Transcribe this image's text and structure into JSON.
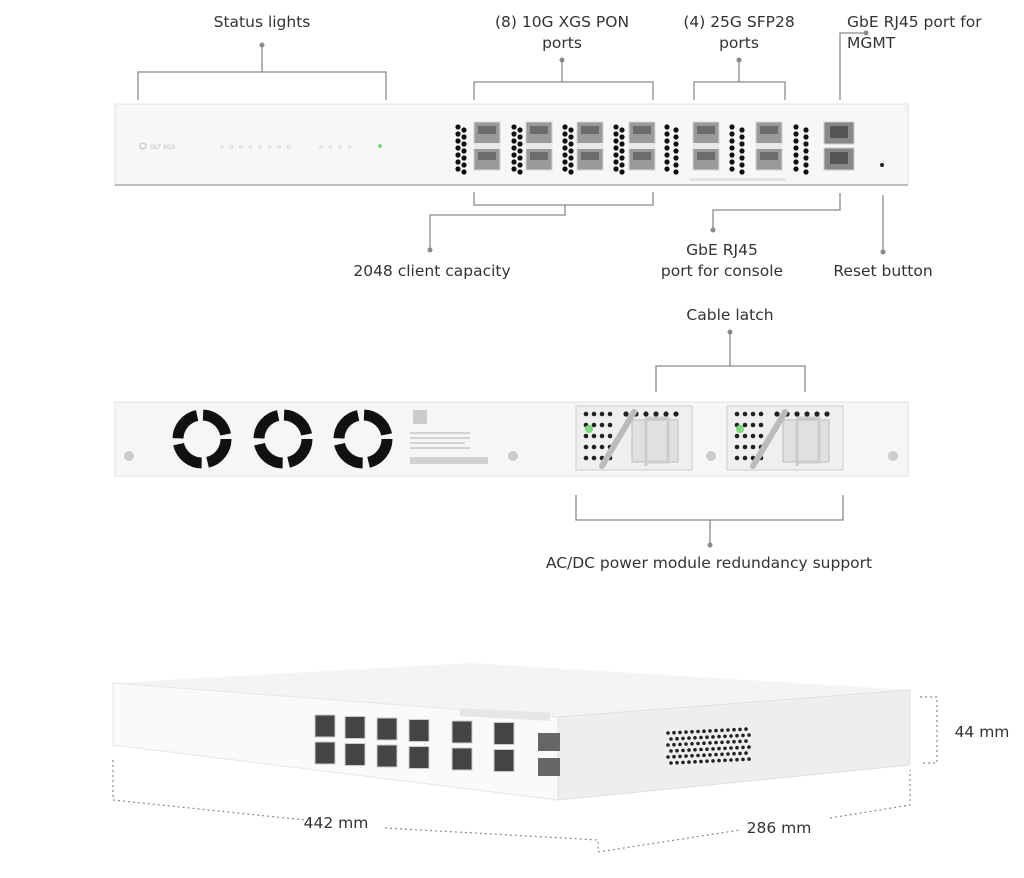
{
  "callouts": {
    "status_lights": "Status lights",
    "pon_ports_line1": "(8) 10G XGS PON",
    "pon_ports_line2": "ports",
    "sfp28_line1": "(4) 25G SFP28",
    "sfp28_line2": "ports",
    "mgmt_line1": "GbE RJ45 port for",
    "mgmt_line2": "MGMT",
    "client_capacity": "2048 client capacity",
    "console_line1": "GbE RJ45",
    "console_line2": "port for console",
    "reset_button": "Reset button",
    "cable_latch": "Cable latch",
    "power_redundancy": "AC/DC power module redundancy support"
  },
  "device": {
    "logo_text": "OLT XGS"
  },
  "dimensions": {
    "width": "442 mm",
    "depth": "286 mm",
    "height": "44 mm"
  },
  "colors": {
    "status_led": "#7ed87e",
    "line": "#8a8a8a"
  }
}
